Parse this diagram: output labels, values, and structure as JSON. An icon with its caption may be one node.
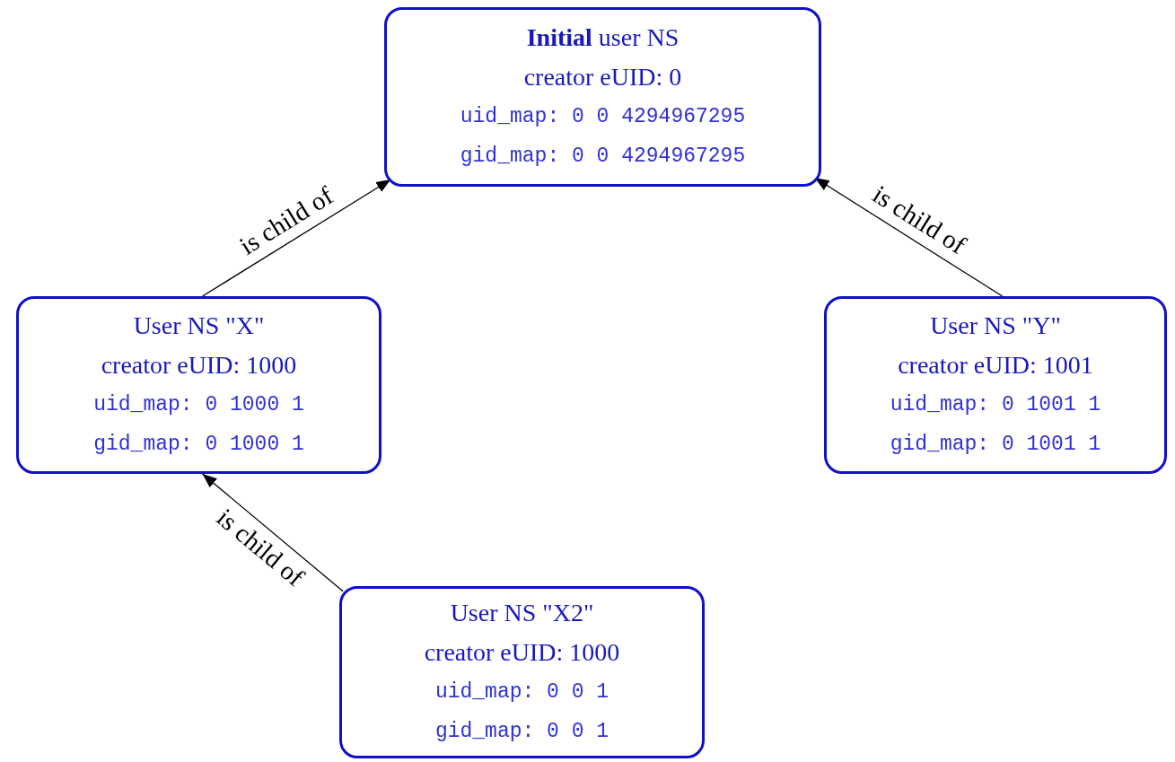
{
  "diagram": {
    "nodes": [
      {
        "text": [
          "**Initial** user NS",
          "creator eUID: 0",
          "uid_map: 0 0 4294967295",
          "gid_map: 0 0 4294967295"
        ]
      },
      {
        "text": [
          "User NS \"X\"",
          "creator eUID: 1000",
          "uid_map: 0 1000 1",
          "gid_map: 0 1000 1"
        ]
      },
      {
        "text": [
          "User NS \"Y\"",
          "creator eUID: 1001",
          "uid_map: 0 1001 1",
          "gid_map: 0 1001 1"
        ]
      },
      {
        "text": [
          "User NS \"X2\"",
          "creator eUID: 1000",
          "uid_map: 0 0 1",
          "gid_map: 0 0 1"
        ]
      }
    ],
    "edges": [
      {
        "from": 1,
        "to": 0,
        "arrow": "to",
        "label": "is child of"
      },
      {
        "from": 2,
        "to": 0,
        "arrow": "to",
        "label": "is child of"
      },
      {
        "from": 3,
        "to": 1,
        "arrow": "to",
        "label": "is child of"
      }
    ]
  }
}
